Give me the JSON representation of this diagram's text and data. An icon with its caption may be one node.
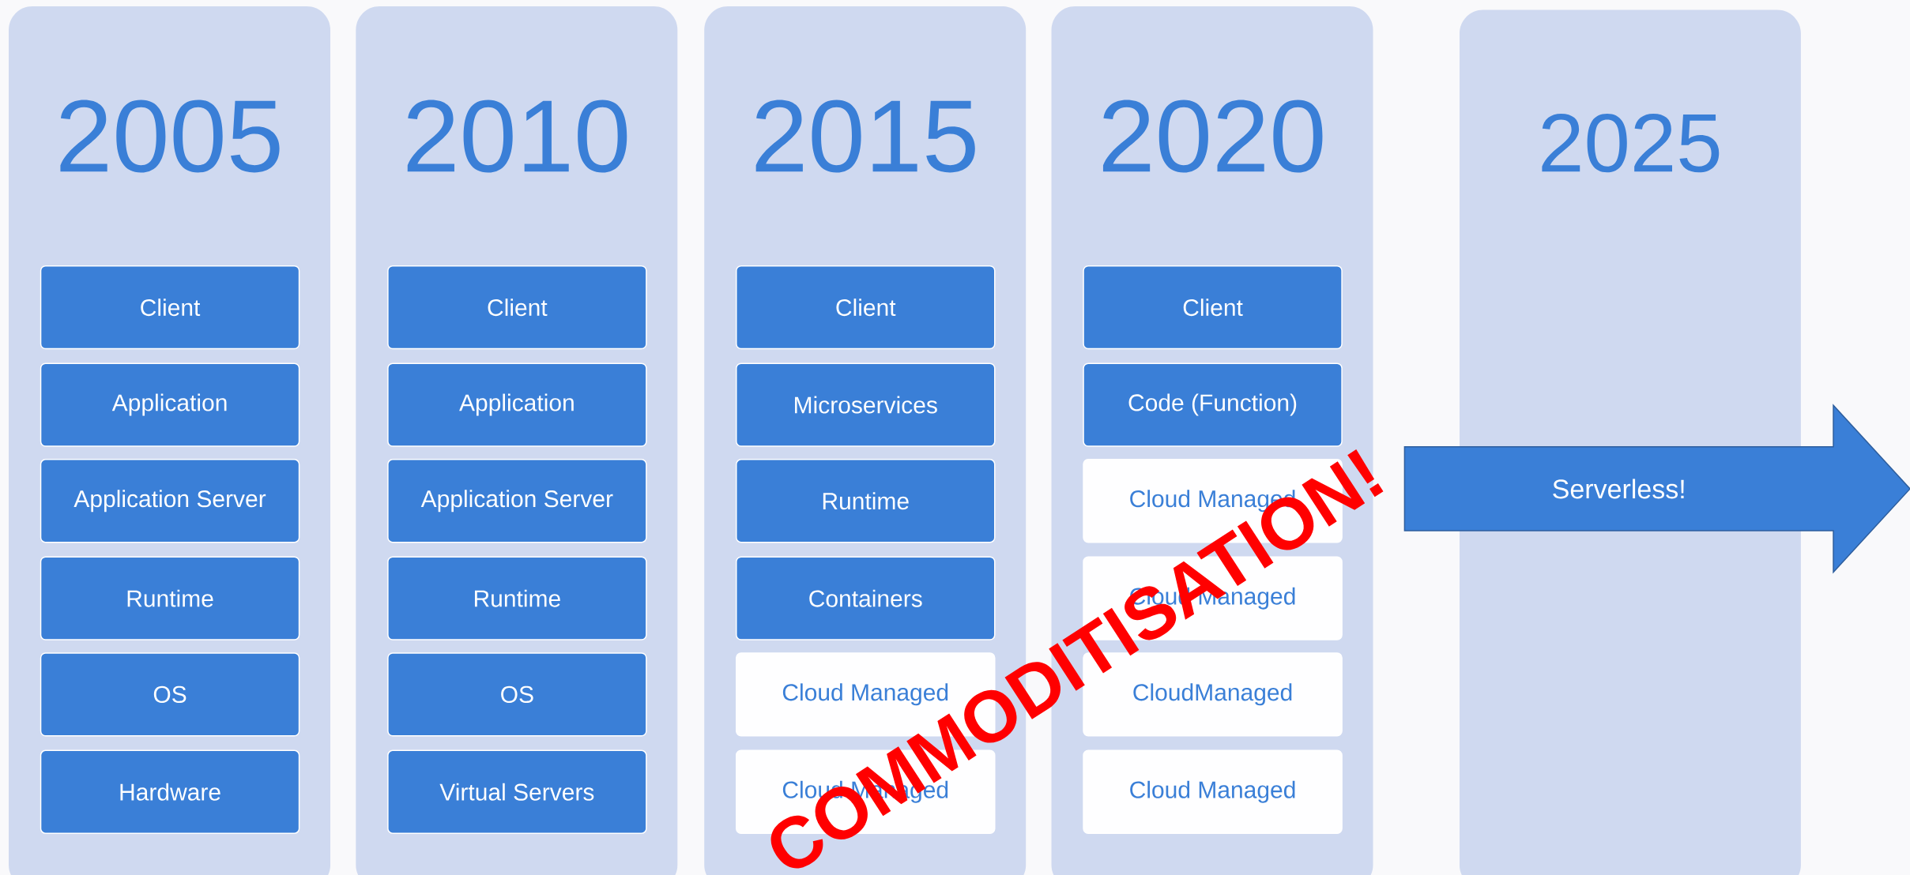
{
  "diagram": {
    "nodes": [
      {
        "text": [
          "2005"
        ]
      },
      {
        "text": [
          "Client"
        ],
        "in": 0
      },
      {
        "text": [
          "Application"
        ],
        "in": 0
      },
      {
        "text": [
          "Application Server"
        ],
        "in": 0
      },
      {
        "text": [
          "Runtime"
        ],
        "in": 0
      },
      {
        "text": [
          "OS"
        ],
        "in": 0
      },
      {
        "text": [
          "Hardware"
        ],
        "in": 0
      },
      {
        "text": [
          "2010"
        ]
      },
      {
        "text": [
          "Client"
        ],
        "in": 7
      },
      {
        "text": [
          "Application"
        ],
        "in": 7
      },
      {
        "text": [
          "Application Server"
        ],
        "in": 7
      },
      {
        "text": [
          "Runtime"
        ],
        "in": 7
      },
      {
        "text": [
          "OS"
        ],
        "in": 7
      },
      {
        "text": [
          "Virtual Servers"
        ],
        "in": 7
      },
      {
        "text": [
          "2015"
        ]
      },
      {
        "text": [
          "Client"
        ],
        "in": 14
      },
      {
        "text": [
          "Microservices"
        ],
        "in": 14
      },
      {
        "text": [
          "Runtime"
        ],
        "in": 14
      },
      {
        "text": [
          "Containers"
        ],
        "in": 14
      },
      {
        "text": [
          "Cloud Managed"
        ],
        "in": 14
      },
      {
        "text": [
          "Cloud Managed"
        ],
        "in": 14
      },
      {
        "text": [
          "2020"
        ]
      },
      {
        "text": [
          "Client"
        ],
        "in": 21
      },
      {
        "text": [
          "Code (Function)"
        ],
        "in": 21
      },
      {
        "text": [
          "Cloud Managed"
        ],
        "in": 21
      },
      {
        "text": [
          "Cloud Managed"
        ],
        "in": 21
      },
      {
        "text": [
          "CloudManaged"
        ],
        "in": 21
      },
      {
        "text": [
          "Cloud Managed"
        ],
        "in": 21
      },
      {
        "text": [
          "2025"
        ]
      },
      {
        "text": [
          "Serverless!"
        ]
      }
    ],
    "labels": [
      "COMMODITISATION!"
    ]
  }
}
